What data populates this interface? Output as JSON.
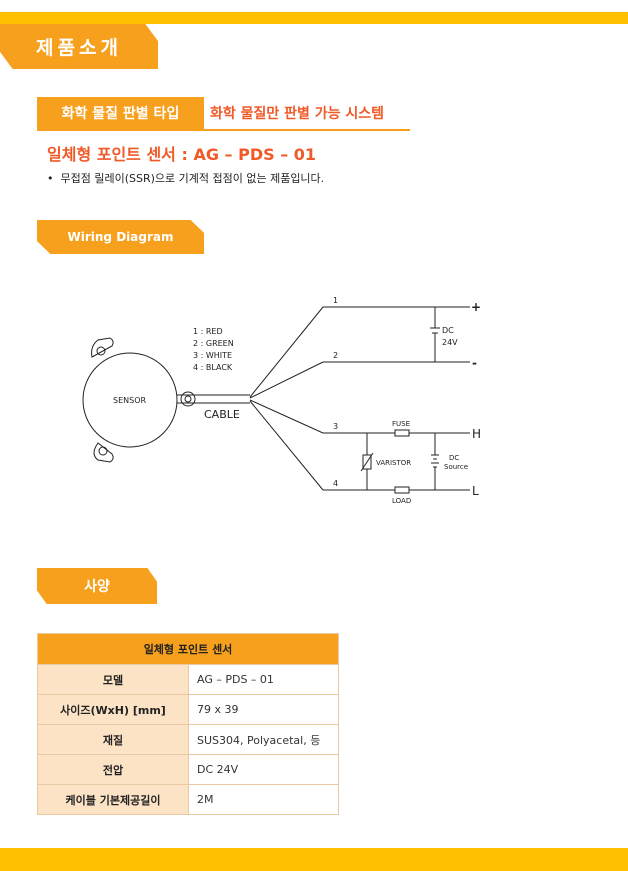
{
  "section_title": "제품소개",
  "chem_tab": "화학 물질 판별 타입",
  "chem_subtitle": "화학 물질만 판별 가능 시스템",
  "product_title": "일체형 포인트 센서 : AG – PDS – 01",
  "bullet_text": "무접점 릴레이(SSR)으로 기계적 접점이 없는 제품입니다.",
  "wiring_tab": "Wiring Diagram",
  "diagram": {
    "sensor_label": "SENSOR",
    "cable_label": "CABLE",
    "legend": [
      "1 : RED",
      "2 : GREEN",
      "3 : WHITE",
      "4 : BLACK"
    ],
    "wire_numbers": [
      "1",
      "2",
      "3",
      "4"
    ],
    "plus": "+",
    "minus": "-",
    "dc_label": "DC",
    "dc_voltage": "24V",
    "fuse_label": "FUSE",
    "varistor_label": "VARISTOR",
    "load_label": "LOAD",
    "dc_source_label_1": "DC",
    "dc_source_label_2": "Source",
    "h_label": "H",
    "l_label": "L"
  },
  "spec_tab": "사양",
  "spec_table": {
    "header": "일체형 포인트 센서",
    "rows": [
      {
        "label": "모델",
        "value": "AG – PDS – 01"
      },
      {
        "label": "사이즈(WxH) [mm]",
        "value": "79 x 39"
      },
      {
        "label": "재질",
        "value": "SUS304, Polyacetal, 등"
      },
      {
        "label": "전압",
        "value": "DC 24V"
      },
      {
        "label": "케이블 기본제공길이",
        "value": "2M"
      }
    ]
  },
  "colors": {
    "accent": "#fdbf00",
    "tab": "#f7a01d",
    "red_text": "#f05a28",
    "cell_bg": "#fde3c6"
  }
}
